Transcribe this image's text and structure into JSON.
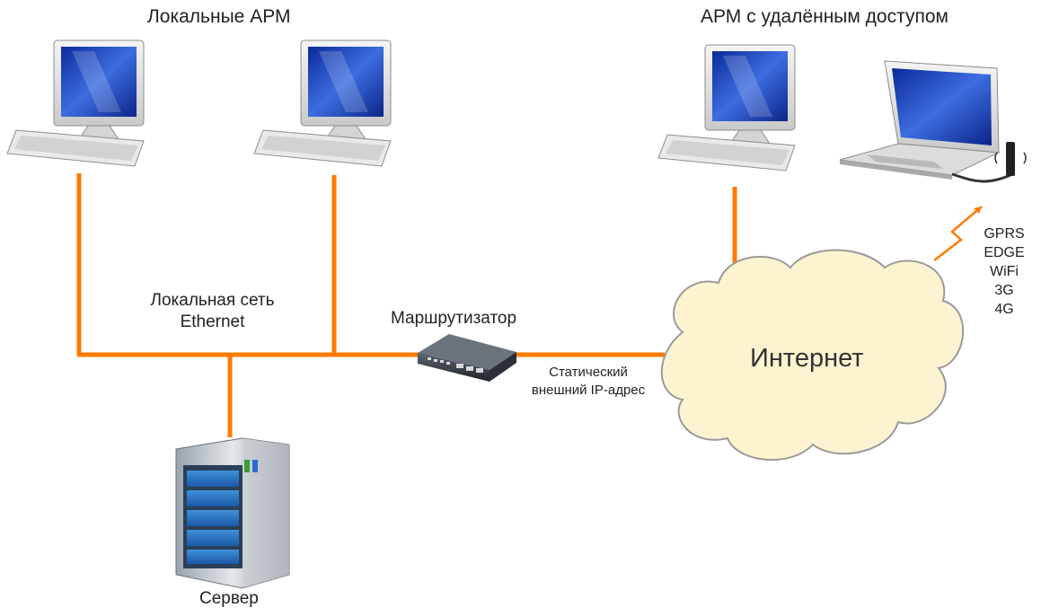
{
  "groups": {
    "local_title": "Локальные АРМ",
    "remote_title": "АРМ с удалённым доступом"
  },
  "network": {
    "lan_line1": "Локальная сеть",
    "lan_line2": "Ethernet",
    "router_label": "Маршрутизатор",
    "ip_line1": "Статический",
    "ip_line2": "внешний IP-адрес",
    "internet_label": "Интернет",
    "server_label": "Сервер",
    "wireless": [
      "GPRS",
      "EDGE",
      "WiFi",
      "3G",
      "4G"
    ]
  },
  "colors": {
    "link": "#ff7a00",
    "cloud_fill": "#fdf3d0",
    "cloud_stroke": "#9a9a9a",
    "screen": "#1a3fb0"
  }
}
